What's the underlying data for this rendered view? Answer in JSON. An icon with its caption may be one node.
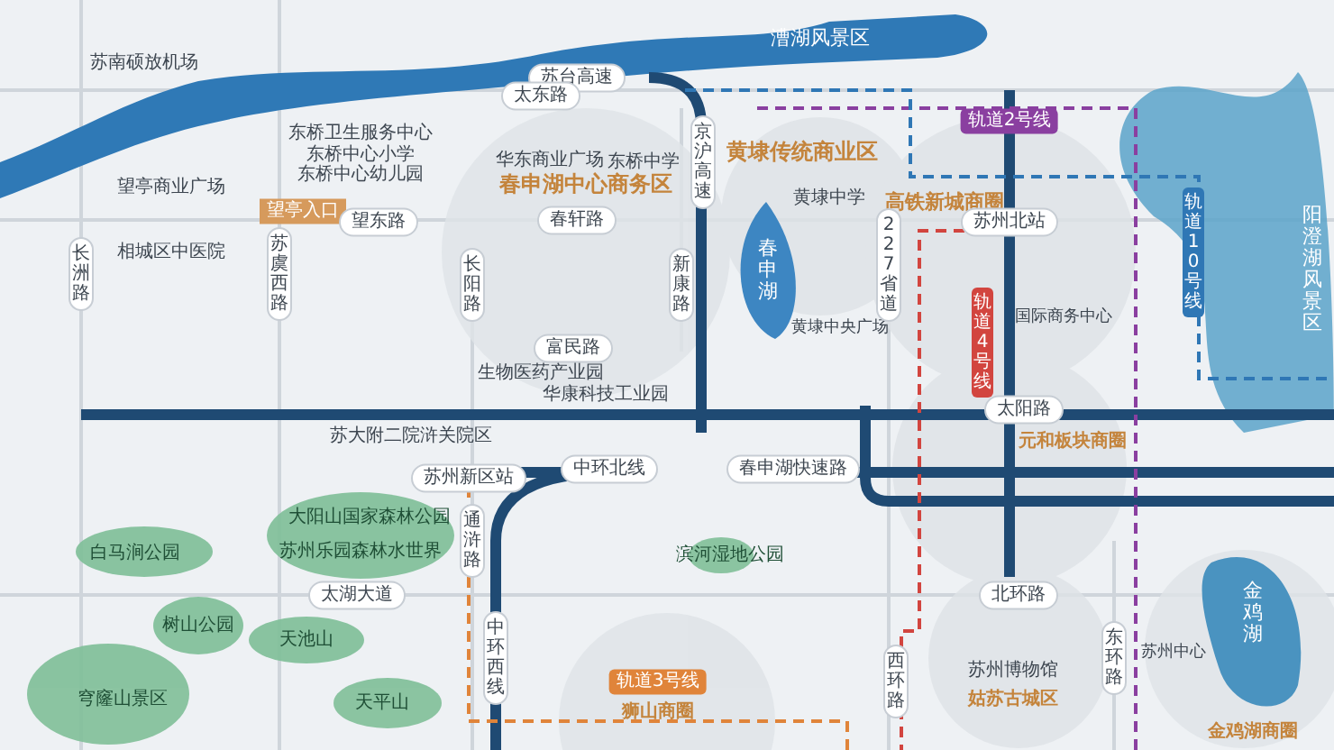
{
  "diagram": {
    "labels": [
      "苏南硕放机场",
      "漕湖风景区",
      "苏台高速",
      "太东路",
      "东桥卫生服务中心",
      "东桥中心小学",
      "东桥中心幼儿园",
      "华东商业广场",
      "东桥中学",
      "春申湖中心商务区",
      "望亭商业广场",
      "望亭入口",
      "望东路",
      "春轩路",
      "相城区中医院",
      "长洲路",
      "苏虞西路",
      "长阳路",
      "新康路",
      "富民路",
      "生物医药产业园",
      "华康科技工业园",
      "京沪高速",
      "黄埭传统商业区",
      "黄埭中学",
      "黄埭中央广场",
      "春申湖",
      "高铁新城商圈",
      "苏州北站",
      "227省道",
      "国际商务中心",
      "轨道2号线",
      "轨道4号线",
      "轨道10号线",
      "阳澄湖风景区",
      "太阳路",
      "苏大附二院浒关院区",
      "苏州新区站",
      "中环北线",
      "春申湖快速路",
      "大阳山国家森林公园",
      "苏州乐园森林水世界",
      "白马涧公园",
      "太湖大道",
      "滨河湿地公园",
      "通浒路",
      "中环西线",
      "树山公园",
      "天池山",
      "天平山",
      "穹窿山景区",
      "轨道3号线",
      "狮山商圈",
      "西环路",
      "北环路",
      "苏州博物馆",
      "姑苏古城区",
      "东环路",
      "金鸡湖",
      "苏州中心",
      "金鸡湖商圈",
      "元和板块商圈"
    ]
  }
}
